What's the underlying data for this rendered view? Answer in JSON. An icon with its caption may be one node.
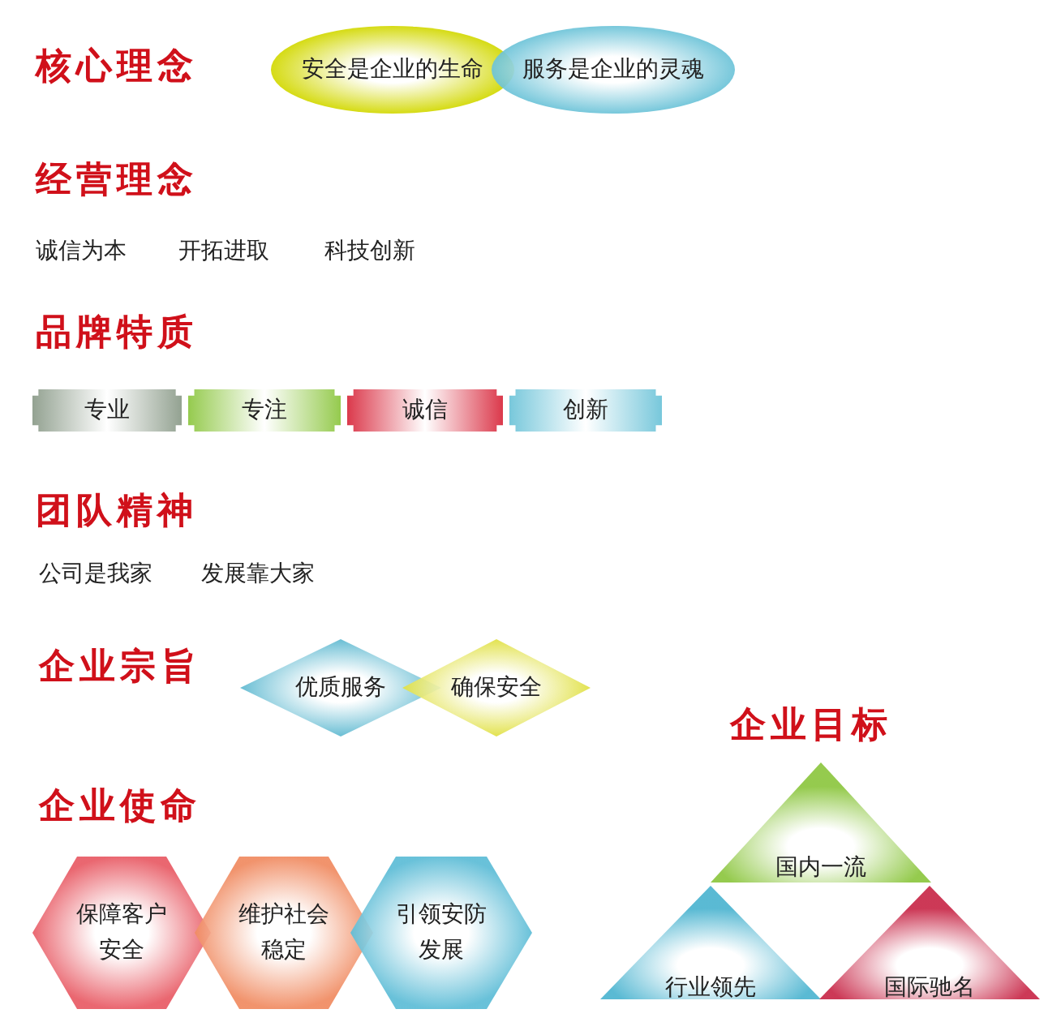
{
  "diagram": {
    "nodes": [
      {
        "text": [
          "安全是企业的生命"
        ]
      },
      {
        "text": [
          "服务是企业的灵魂"
        ]
      },
      {
        "text": [
          "专业"
        ]
      },
      {
        "text": [
          "专注"
        ]
      },
      {
        "text": [
          "诚信"
        ]
      },
      {
        "text": [
          "创新"
        ]
      },
      {
        "text": [
          "优质服务"
        ]
      },
      {
        "text": [
          "确保安全"
        ]
      },
      {
        "text": [
          "国内一流"
        ]
      },
      {
        "text": [
          "保障客户安全"
        ]
      },
      {
        "text": [
          "维护社会稳定"
        ]
      },
      {
        "text": [
          "引领安防发展"
        ]
      },
      {
        "text": [
          "行业领先"
        ]
      },
      {
        "text": [
          "国际驰名"
        ]
      }
    ],
    "labels": [
      "核心理念",
      "经营理念",
      "诚信为本",
      "开拓进取",
      "科技创新",
      "品牌特质",
      "团队精神",
      "公司是我家",
      "发展靠大家",
      "企业宗旨",
      "企业目标",
      "企业使命"
    ]
  }
}
